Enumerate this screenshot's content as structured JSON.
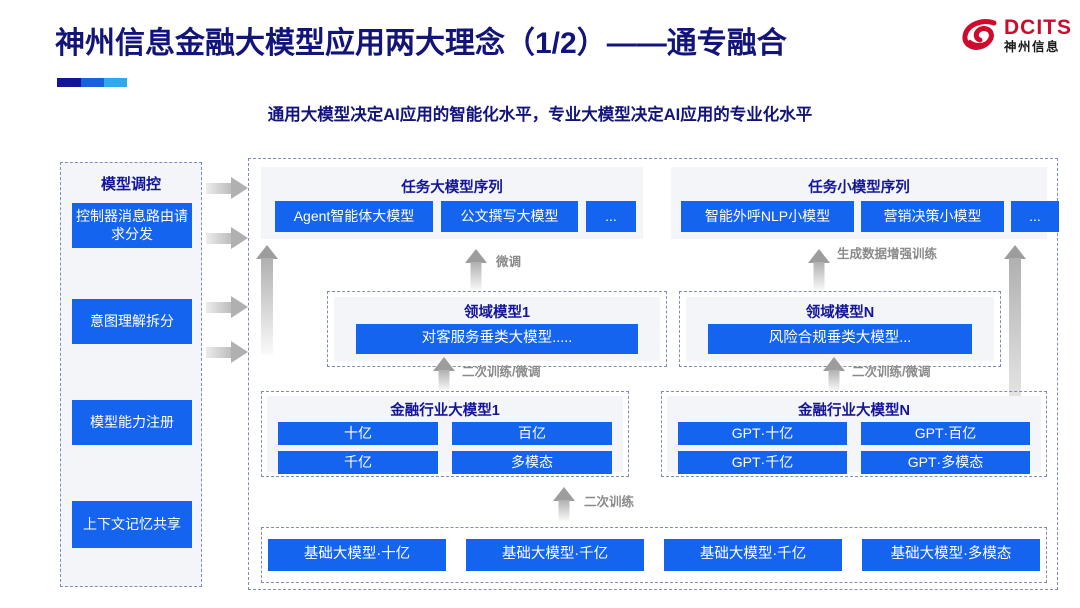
{
  "header": {
    "title": "神州信息金融大模型应用两大理念（1/2）——通专融合",
    "subtitle": "通用大模型决定AI应用的智能化水平，专业大模型决定AI应用的专业化水平",
    "logo": {
      "latin": "DCITS",
      "chinese": "神州信息",
      "color": "#cf0a2c"
    }
  },
  "colors": {
    "blue_box": "#1464f0",
    "title_navy": "#12147a",
    "panel_bg": "#f3f5f8",
    "arrow_gray": "#9d9d9d",
    "dashed_border": "#7e8fb5"
  },
  "sidebar": {
    "title": "模型调控",
    "items": [
      {
        "label": "控制器消息路由请求分发"
      },
      {
        "label": "意图理解拆分"
      },
      {
        "label": "模型能力注册"
      },
      {
        "label": "上下文记忆共享"
      }
    ]
  },
  "task_sequences": [
    {
      "title": "任务大模型序列",
      "items": [
        "Agent智能体大模型",
        "公文撰写大模型",
        "..."
      ]
    },
    {
      "title": "任务小模型序列",
      "items": [
        "智能外呼NLP小模型",
        "营销决策小模型",
        "..."
      ]
    }
  ],
  "domain_models": [
    {
      "title": "领域模型1",
      "item": "对客服务垂类大模型....."
    },
    {
      "title": "领域模型N",
      "item": "风险合规垂类大模型..."
    }
  ],
  "industry_models": [
    {
      "title": "金融行业大模型1",
      "items": [
        "十亿",
        "百亿",
        "千亿",
        "多模态"
      ]
    },
    {
      "title": "金融行业大模型N",
      "items": [
        "GPT·十亿",
        "GPT·百亿",
        "GPT·千亿",
        "GPT·多模态"
      ]
    }
  ],
  "base_models": [
    "基础大模型·十亿",
    "基础大模型·千亿",
    "基础大模型·千亿",
    "基础大模型·多模态"
  ],
  "arrow_labels": {
    "finetune": "微调",
    "data_augment": "生成数据增强训练",
    "retrain_finetune_left": "二次训练/微调",
    "retrain_finetune_right": "二次训练/微调",
    "retrain": "二次训练"
  }
}
